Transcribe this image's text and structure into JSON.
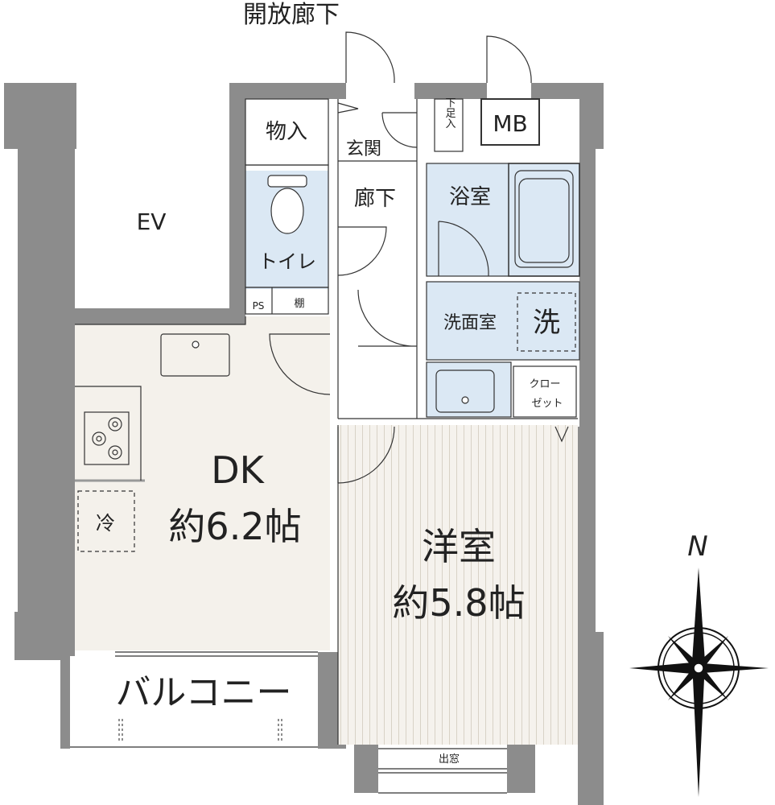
{
  "labels": {
    "corridor_outside": "開放廊下",
    "storage": "物入",
    "entrance": "玄関",
    "shoe_closet": "下足入",
    "mb": "MB",
    "ev": "EV",
    "hallway": "廊下",
    "bathroom": "浴室",
    "toilet": "トイレ",
    "ps": "PS",
    "shelf": "棚",
    "washroom": "洗面室",
    "washer": "洗",
    "closet": "クローゼット",
    "dk_name": "DK",
    "dk_area": "約6.2帖",
    "fridge": "冷",
    "western_room_name": "洋室",
    "western_room_area": "約5.8帖",
    "balcony": "バルコニー",
    "bay_window": "出窓",
    "north": "N"
  },
  "colors": {
    "wall": "#8c8c8c",
    "line": "#333333",
    "dk_floor": "#f4f1eb",
    "wet_area": "#dbe8f4",
    "wood_floor": "#f5f2ed",
    "wood_grain": "#d8d2c6",
    "compass_fill": "#111111"
  }
}
